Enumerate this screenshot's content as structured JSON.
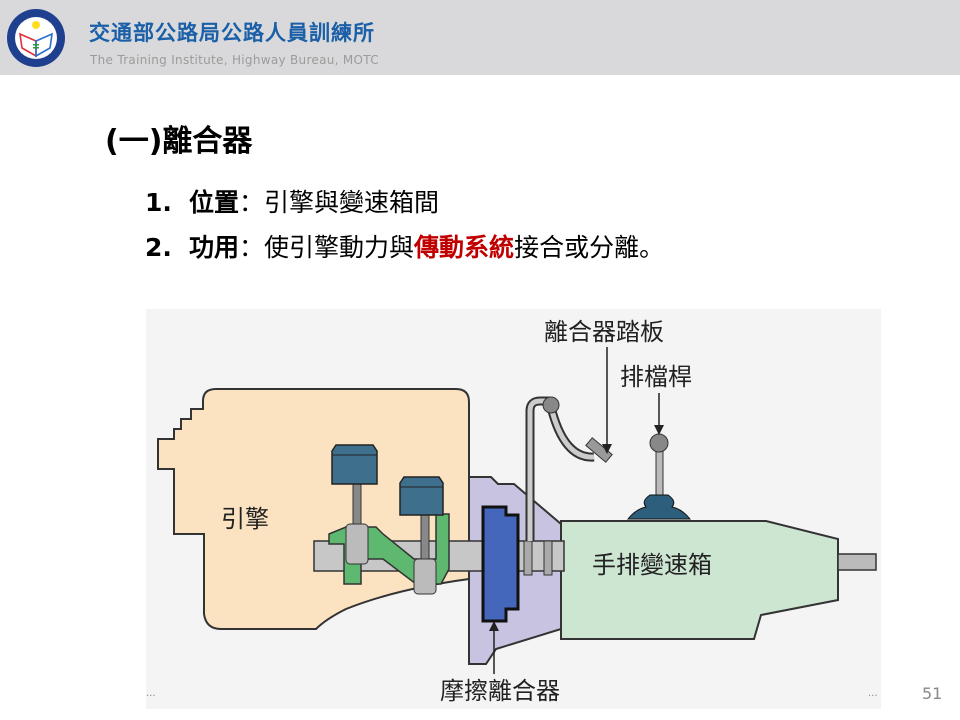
{
  "header": {
    "org_name_zh": "交通部公路局公路人員訓練所",
    "org_name_en": "The Training Institute, Highway Bureau,  MOTC",
    "logo_icon": "institute-seal-logo"
  },
  "slide": {
    "title": "(一)離合器",
    "bullets": [
      {
        "num": "1.",
        "label": "位置",
        "sep": "：",
        "text": "引擎與變速箱間"
      },
      {
        "num": "2.",
        "label": "功用",
        "sep": "：",
        "text_before": "使引擎動力與",
        "highlight": "傳動系統",
        "text_after": "接合或分離。"
      }
    ],
    "highlight_color": "#c00000"
  },
  "figure": {
    "labels": {
      "engine": "引擎",
      "clutch_pedal": "離合器踏板",
      "shift_lever": "排檔桿",
      "manual_transmission": "手排變速箱",
      "friction_clutch": "摩擦離合器"
    },
    "colors": {
      "engine": "#fbe3c2",
      "bellhousing": "#c8c3e0",
      "clutch_disc": "#4466bb",
      "transmission": "#cde6d2",
      "crankshaft": "#5fb86f",
      "piston": "#3e6f8c"
    }
  },
  "footer": {
    "left_ellipsis": "...",
    "right_ellipsis": "...",
    "page_number": "51"
  }
}
